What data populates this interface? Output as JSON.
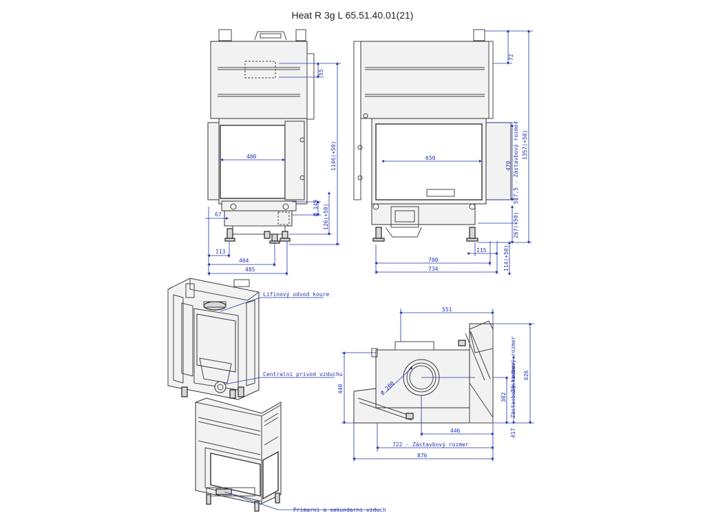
{
  "title": "Heat R 3g L 65.51.40.01(21)",
  "front_view": {
    "d_400": "400",
    "d_55": "55",
    "d_1146": "1146(+50)",
    "d_149": "Ø 149",
    "d_126": "126(+50)",
    "d_67": "67",
    "d_113": "113",
    "d_404": "404",
    "d_485": "485"
  },
  "side_view": {
    "d_72": "72",
    "d_650": "650",
    "d_470": "470",
    "d_517": "517,5 - Zástavbový rozmer",
    "d_1357": "1357(+50)",
    "d_267": "267(+50)",
    "d_115": "115",
    "d_700": "700",
    "d_734": "734",
    "d_114": "114(+50)"
  },
  "iso_labels": {
    "flue": "Lifinový odvod koure",
    "central_air": "Centralni privod vzduchu",
    "primary_air": "Primarni a sekundarni vzduch"
  },
  "plan_view": {
    "d_551": "551",
    "d_440": "440",
    "d_200": "Ø 200",
    "d_626": "626",
    "d_mount": "Zástavbový rozmer",
    "d_302": "302",
    "d_417": "417 - Zástavbový rozmer",
    "d_446": "446",
    "d_722": "722 - Zástavbový rozmer",
    "d_876": "876"
  }
}
